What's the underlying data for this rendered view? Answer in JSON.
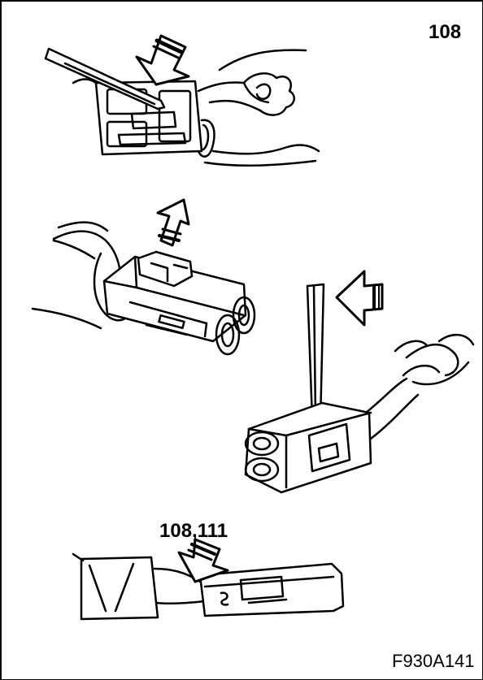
{
  "page_number": "108",
  "callout_label": "108,111",
  "figure_code": "F930A141",
  "panels": [
    {
      "name": "press-lock-tab",
      "arrow": "down-arrow"
    },
    {
      "name": "lift-lock-tab",
      "arrow": "up-arrow"
    },
    {
      "name": "pry-with-screwdriver",
      "arrow": "left-arrow"
    },
    {
      "name": "terminal-release",
      "arrow": "down-arrow"
    }
  ],
  "colors": {
    "line": "#000000",
    "background": "#ffffff"
  }
}
